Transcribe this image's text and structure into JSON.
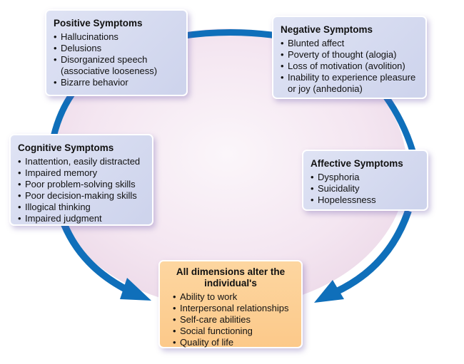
{
  "colors": {
    "arrow": "#0f6fba",
    "ellipse_fill": "#f3e4f0",
    "symptom_box": "#d3d8ee",
    "outcome_box": "#fcca8e"
  },
  "boxes": {
    "positive": {
      "title": "Positive Symptoms",
      "items": [
        "Hallucinations",
        "Delusions",
        "Disorganized speech (associative looseness)",
        "Bizarre behavior"
      ]
    },
    "negative": {
      "title": "Negative Symptoms",
      "items": [
        "Blunted affect",
        "Poverty of thought (alogia)",
        "Loss of motivation (avolition)",
        "Inability to experience pleasure or joy (anhedonia)"
      ]
    },
    "cognitive": {
      "title": "Cognitive Symptoms",
      "items": [
        "Inattention, easily distracted",
        "Impaired memory",
        "Poor problem-solving skills",
        "Poor decision-making skills",
        "Illogical thinking",
        "Impaired judgment"
      ]
    },
    "affective": {
      "title": "Affective Symptoms",
      "items": [
        "Dysphoria",
        "Suicidality",
        "Hopelessness"
      ]
    },
    "outcome": {
      "title": "All dimensions alter the individual's",
      "items": [
        "Ability to work",
        "Interpersonal relationships",
        "Self-care abilities",
        "Social functioning",
        "Quality of life"
      ]
    }
  },
  "arrows": [
    {
      "from": "cognitive",
      "to": "outcome",
      "direction": "clockwise-down"
    },
    {
      "from": "affective",
      "to": "outcome",
      "direction": "counterclockwise-down"
    }
  ]
}
